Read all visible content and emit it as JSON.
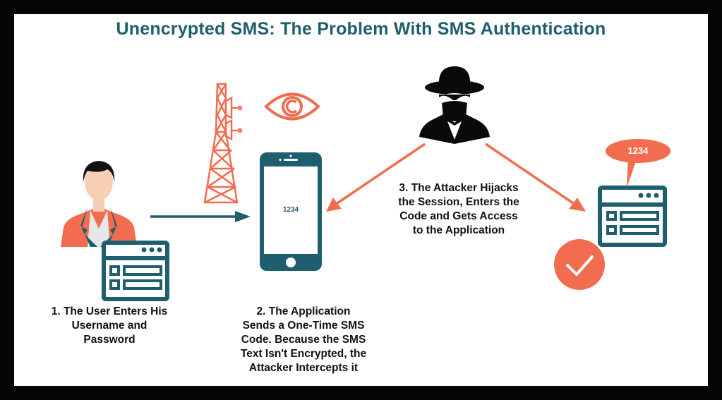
{
  "title": "Unencrypted SMS: The Problem With SMS Authentication",
  "colors": {
    "teal": "#1f5e6e",
    "orange": "#f26d4f",
    "black": "#0a0a0a",
    "background": "#ffffff",
    "frame": "#050505"
  },
  "steps": [
    {
      "label": "1. The User Enters His\nUsername and\nPassword"
    },
    {
      "label": "2. The Application\nSends a One-Time SMS\nCode. Because the SMS\nText Isn't Encrypted, the\nAttacker Intercepts it"
    },
    {
      "label": "3. The Attacker Hijacks\nthe Session, Enters the\nCode and Gets Access\nto the Application"
    }
  ],
  "phone": {
    "code": "1234"
  },
  "speech_bubble": {
    "code": "1234"
  },
  "icons": [
    "user-icon",
    "login-form-icon",
    "cell-tower-icon",
    "eye-icon",
    "smartphone-icon",
    "hacker-icon",
    "app-window-icon",
    "speech-bubble-icon",
    "checkmark-icon",
    "arrow-icon"
  ]
}
